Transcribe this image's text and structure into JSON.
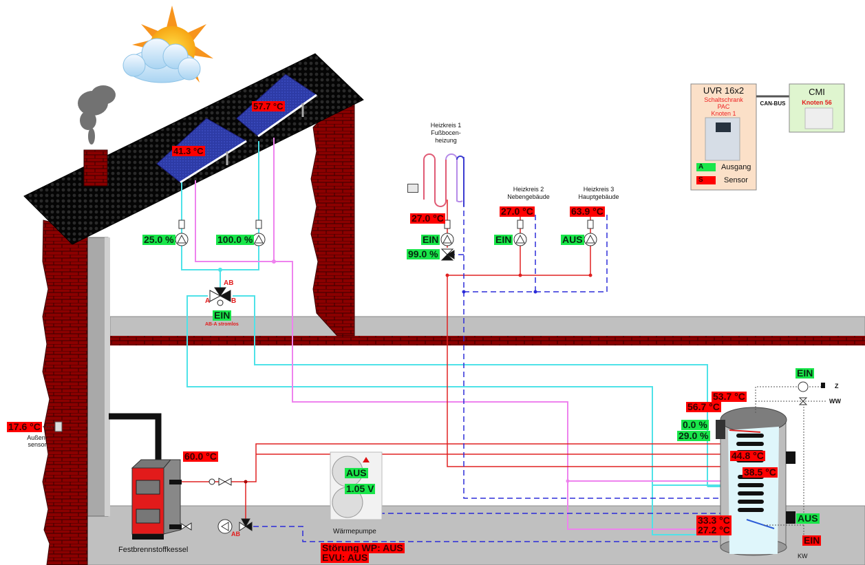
{
  "colors": {
    "sensor_bg": "#ff0000",
    "output_bg": "#19e64a",
    "solar_flow": "#4ee2e8",
    "solar_return": "#ee82ee",
    "heating_flow": "#e02020",
    "heating_return": "#2b2bd8",
    "brick": "#8b0000",
    "roof": "#0a0a0a",
    "panel": "#2b3aa8",
    "floor": "#c0c0c0"
  },
  "controller": {
    "title": "UVR 16x2",
    "subtitle_lines": [
      "Schaltschrank",
      "PAC",
      "Knoten 1"
    ],
    "bus_label": "CAN-BUS",
    "cmi_title": "CMI",
    "cmi_node": "Knoten 56",
    "legend": [
      {
        "key": "A",
        "label": "Ausgang",
        "type": "output"
      },
      {
        "key": "S",
        "label": "Sensor",
        "type": "sensor"
      }
    ]
  },
  "solar": {
    "collector1_temp": "41.3 °C",
    "collector2_temp": "57.7 °C",
    "pump1_speed": "25.0 %",
    "pump2_speed": "100.0 %",
    "valve": {
      "port_ab": "AB",
      "port_a": "A",
      "port_b": "B",
      "state": "EIN",
      "note": "AB-A stromlos"
    }
  },
  "heating_circuits": [
    {
      "title_lines": [
        "Heizkreis 1",
        "Fußbocen-",
        "heizung"
      ],
      "flow_temp": "27.0 °C",
      "pump_state": "EIN",
      "mixer": "99.0 %"
    },
    {
      "title_lines": [
        "Heizkreis 2",
        "Nebengebäude"
      ],
      "flow_temp": "27.0 °C",
      "pump_state": "EIN"
    },
    {
      "title_lines": [
        "Heizkreis 3",
        "Hauptgebäude"
      ],
      "flow_temp": "63.9 °C",
      "pump_state": "AUS"
    }
  ],
  "outdoor": {
    "temp": "17.6 °C",
    "label_lines": [
      "Außen-",
      "sensor"
    ]
  },
  "boiler": {
    "label": "Festbrennstoffkessel",
    "temp": "60.0 °C",
    "valve_port": "AB"
  },
  "heat_pump": {
    "label": "Wärmepumpe",
    "state": "AUS",
    "voltage": "1.05 V",
    "fault": "Störung WP: AUS",
    "evu": "EVU: AUS"
  },
  "storage": {
    "top_temp": "53.7 °C",
    "dhw_temp": "56.7 °C",
    "electric_heater_1": "0.0 %",
    "electric_heater_2": "29.0 %",
    "upper_temp": "44.8 °C",
    "mid_temp": "38.5 °C",
    "low_temp_1": "33.3 °C",
    "low_temp_2": "27.2 °C",
    "circulation_pump": "EIN",
    "fresh_water_station": "AUS",
    "cold_water_valve": "EIN",
    "labels": {
      "circulation": "Z",
      "hot_water": "WW",
      "cold_water": "KW"
    }
  }
}
